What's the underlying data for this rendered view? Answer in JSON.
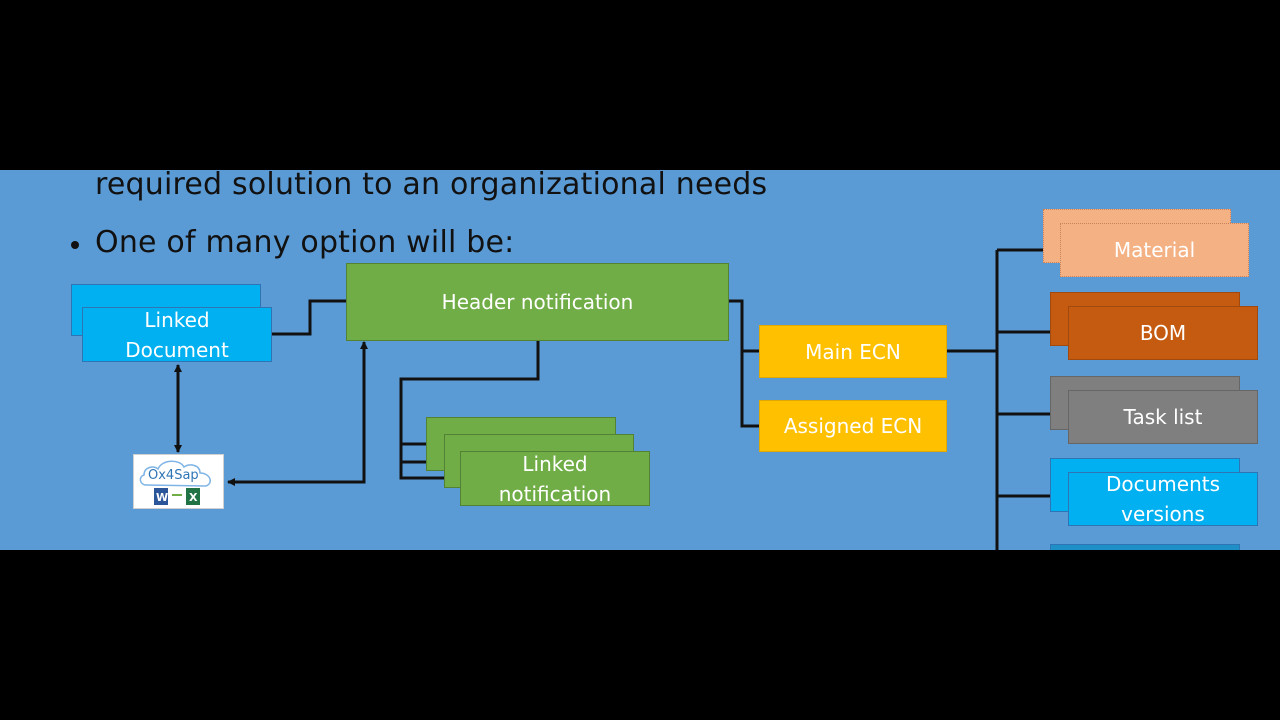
{
  "slide": {
    "text_line_1": "required solution to an organizational needs",
    "text_line_2": "One of many option will be:"
  },
  "diagram": {
    "linked_document": "Linked Document",
    "header_notification": "Header notification",
    "linked_notification": "Linked notification",
    "main_ecn": "Main ECN",
    "assigned_ecn": "Assigned ECN",
    "material": "Material",
    "bom": "BOM",
    "task_list": "Task list",
    "documents_versions": "Documents versions",
    "logo_text": "Ox4Sap"
  },
  "colors": {
    "background": "#5b9bd5",
    "blue": "#00b0f0",
    "green": "#70ad47",
    "yellow": "#ffc000",
    "peach": "#f4b183",
    "orange": "#c55a11",
    "gray": "#7f7f7f"
  }
}
